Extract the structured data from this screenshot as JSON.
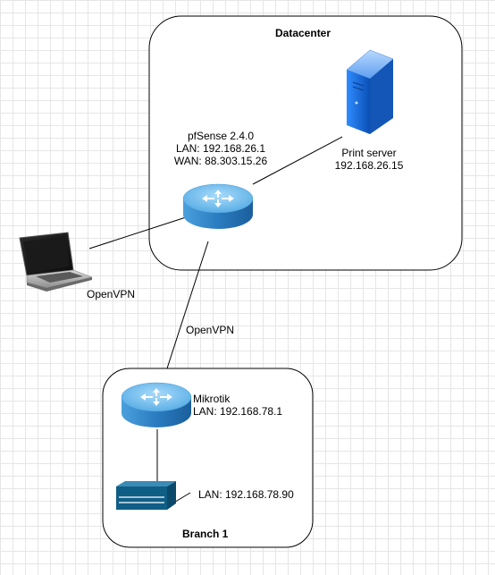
{
  "datacenter": {
    "title": "Datacenter"
  },
  "pfsense": {
    "name": "pfSense 2.4.0",
    "lan": "LAN: 192.168.26.1",
    "wan": "WAN: 88.303.15.26"
  },
  "print_server": {
    "name": "Print server",
    "ip": "192.168.26.15"
  },
  "laptop": {
    "link_label": "OpenVPN"
  },
  "branch_link": {
    "label": "OpenVPN"
  },
  "mikrotik": {
    "name": "Mikrotik",
    "lan": "LAN: 192.168.78.1"
  },
  "switch": {
    "lan": "LAN: 192.168.78.90"
  },
  "branch": {
    "title": "Branch 1"
  },
  "colors": {
    "router_top": "#6ab8ea",
    "router_side": "#2e7fc2",
    "server_front": "#1a6fd6",
    "server_side": "#7ab3ff",
    "switch_body": "#0f5e86",
    "container_border": "#000000"
  }
}
